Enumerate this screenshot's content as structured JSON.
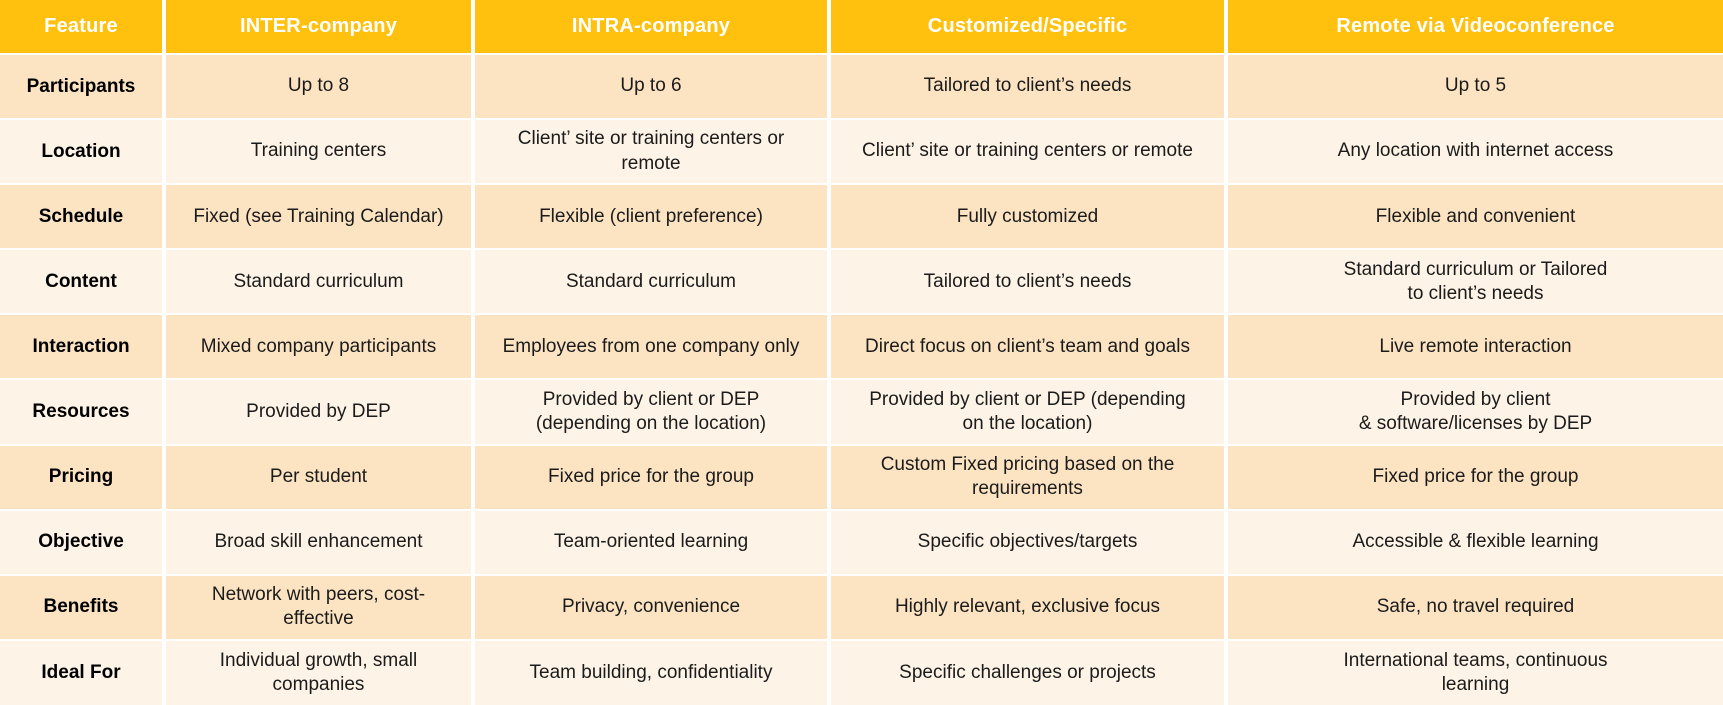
{
  "colors": {
    "header_bg": "#FFC10E",
    "header_text": "#FFFFFF",
    "row_odd_bg": "#FCE4C3",
    "row_even_bg": "#FDF3E6",
    "body_text": "#1B1B1B",
    "feature_text": "#000000",
    "divider": "#FFFFFF"
  },
  "chart_data": {
    "type": "table",
    "columns": [
      "Feature",
      "INTER-company",
      "INTRA-company",
      "Customized/Specific",
      "Remote via Videoconference"
    ],
    "rows": [
      {
        "feature": "Participants",
        "cells": [
          "Up to 8",
          "Up to 6",
          "Tailored to client’s needs",
          "Up to 5"
        ]
      },
      {
        "feature": "Location",
        "cells": [
          "Training centers",
          "Client’ site or training centers or\nremote",
          "Client’ site or training centers or remote",
          "Any location with internet access"
        ]
      },
      {
        "feature": "Schedule",
        "cells": [
          "Fixed (see Training Calendar)",
          "Flexible (client preference)",
          "Fully customized",
          "Flexible and convenient"
        ]
      },
      {
        "feature": "Content",
        "cells": [
          "Standard curriculum",
          "Standard curriculum",
          "Tailored to client’s needs",
          "Standard curriculum or Tailored\nto client’s needs"
        ]
      },
      {
        "feature": "Interaction",
        "cells": [
          "Mixed company participants",
          "Employees from one company only",
          "Direct focus on client’s team and goals",
          "Live remote interaction"
        ]
      },
      {
        "feature": "Resources",
        "cells": [
          "Provided by DEP",
          "Provided by client or DEP\n(depending on the location)",
          "Provided by client or DEP (depending\non the location)",
          "Provided by client\n& software/licenses by DEP"
        ]
      },
      {
        "feature": "Pricing",
        "cells": [
          "Per student",
          "Fixed price for the group",
          "Custom Fixed pricing based on the\nrequirements",
          "Fixed price for the group"
        ]
      },
      {
        "feature": "Objective",
        "cells": [
          "Broad skill enhancement",
          "Team-oriented learning",
          "Specific objectives/targets",
          "Accessible & flexible learning"
        ]
      },
      {
        "feature": "Benefits",
        "cells": [
          "Network with peers, cost-\neffective",
          "Privacy, convenience",
          "Highly relevant, exclusive focus",
          "Safe, no travel required"
        ]
      },
      {
        "feature": "Ideal For",
        "cells": [
          "Individual growth, small\ncompanies",
          "Team building, confidentiality",
          "Specific challenges or projects",
          "International teams, continuous\nlearning"
        ]
      }
    ]
  }
}
